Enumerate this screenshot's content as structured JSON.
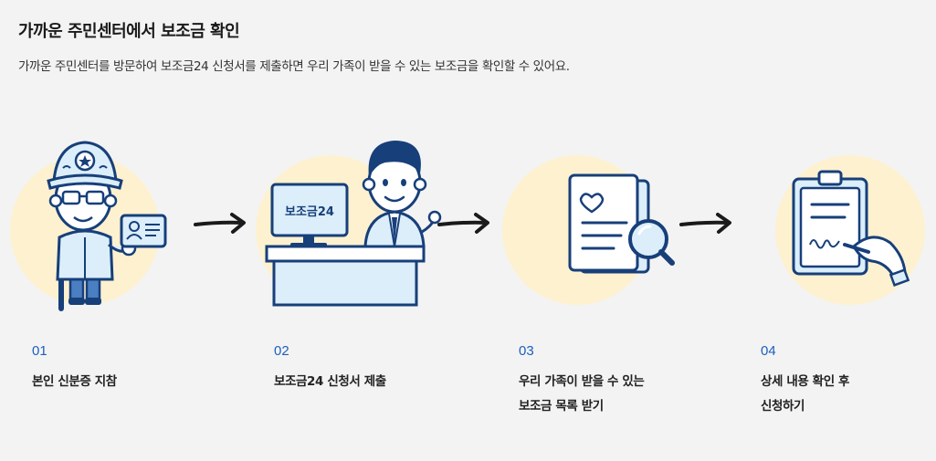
{
  "header": {
    "title": "가까운 주민센터에서 보조금 확인",
    "subtitle": "가까운 주민센터를 방문하여 보조금24 신청서를 제출하면 우리 가족이 받을 수 있는 보조금을 확인할 수 있어요."
  },
  "colors": {
    "accent": "#1c5fbf",
    "navy": "#173f7a",
    "circle": "#fdf1cf",
    "light_blue": "#dbeefa"
  },
  "steps": [
    {
      "num": "01",
      "lines": [
        "본인 신분증 지참"
      ],
      "icon": "elderly-man-with-id-card-icon"
    },
    {
      "num": "02",
      "lines": [
        "보조금24 신청서 제출"
      ],
      "icon": "clerk-at-desk-icon",
      "monitor_label": "보조금24"
    },
    {
      "num": "03",
      "lines": [
        "우리 가족이 받을 수 있는",
        "보조금 목록 받기"
      ],
      "icon": "document-magnifier-icon"
    },
    {
      "num": "04",
      "lines": [
        "상세 내용 확인 후",
        "신청하기"
      ],
      "icon": "clipboard-signing-icon"
    }
  ]
}
